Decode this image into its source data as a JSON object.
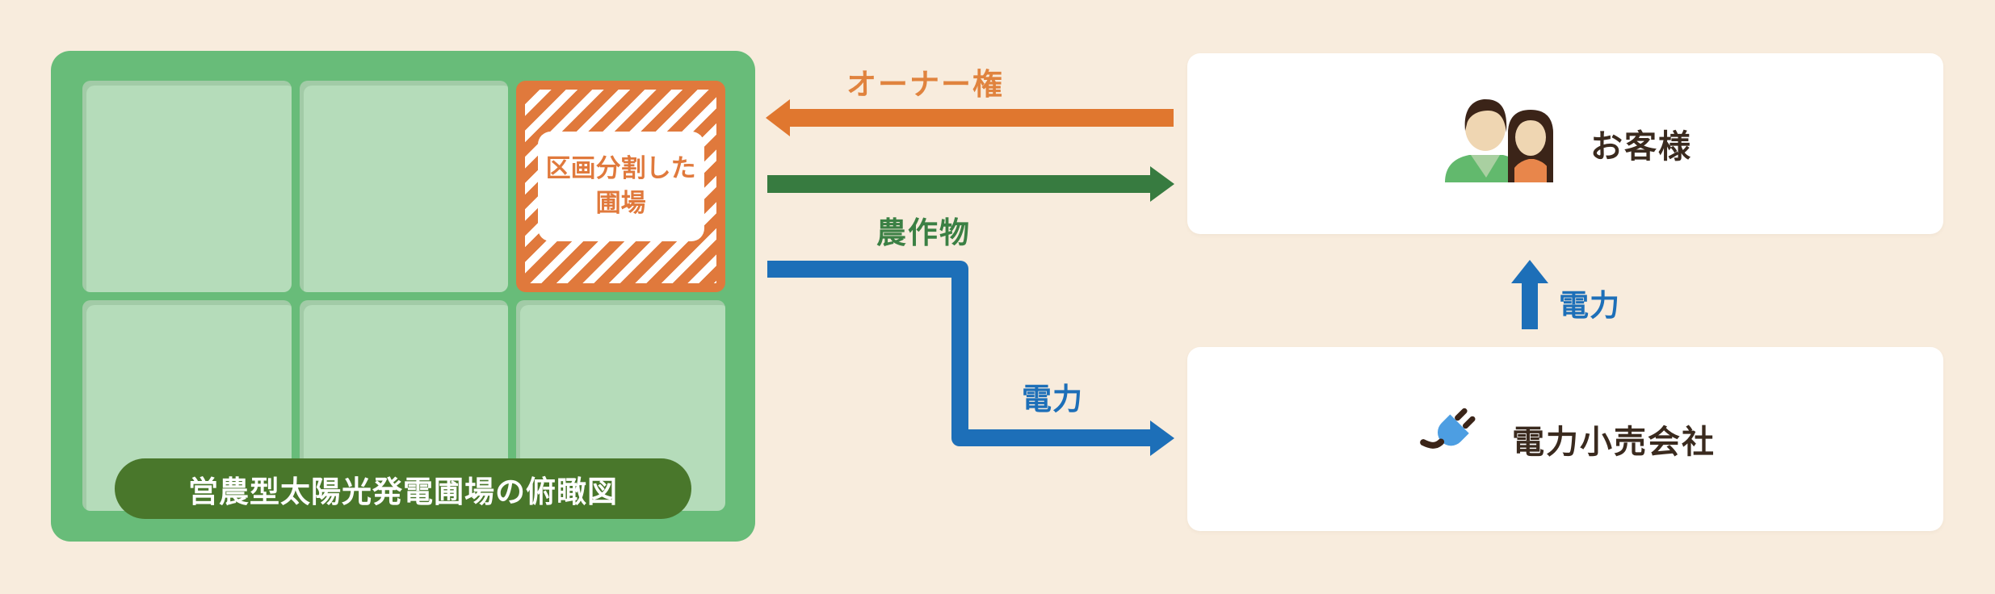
{
  "background_color": "#F8ECDD",
  "field": {
    "caption": "営農型太陽光発電圃場の俯瞰図",
    "plot_label_lines": [
      "区画分割した",
      "圃場"
    ],
    "grid": {
      "columns": 3,
      "rows": 2,
      "highlighted_cell": "top-right"
    },
    "colors": {
      "frame_green": "#68BC79",
      "cell_green": "#B5DCBA",
      "caption_green": "#49772B",
      "highlight_orange": "#E0793C"
    }
  },
  "flows": {
    "owner": {
      "label": "オーナー権",
      "color": "#E0772F",
      "direction": "left",
      "from": "customer",
      "to": "field"
    },
    "crops": {
      "label": "農作物",
      "color": "#377B40",
      "direction": "right",
      "from": "field",
      "to": "customer"
    },
    "power_to_retailer": {
      "label": "電力",
      "color": "#1D6FB8",
      "from": "field",
      "to": "retailer"
    },
    "power_to_customer": {
      "label": "電力",
      "color": "#1D6FB8",
      "from": "retailer",
      "to": "customer"
    }
  },
  "entities": {
    "customer": {
      "label": "お客様",
      "icon": "couple-icon"
    },
    "retailer": {
      "label": "電力小売会社",
      "icon": "plug-icon"
    }
  },
  "icon_colors": {
    "skin": "#EFD6B2",
    "hair_brown": "#3B2418",
    "man_shirt_green": "#62B96D",
    "man_collar_green": "#A9D0A1",
    "woman_shirt_orange": "#E8864B",
    "plug_blue": "#4D9EE2",
    "cord_brown": "#3A2418"
  }
}
